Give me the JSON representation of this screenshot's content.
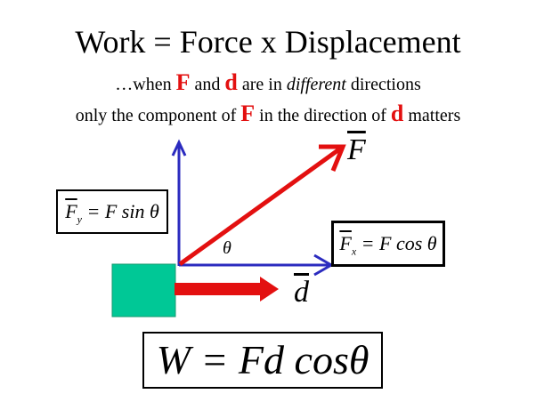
{
  "title": "Work = Force x Displacement",
  "line2": {
    "pre": "…when",
    "F": "F",
    "and": "and",
    "d": "d",
    "mid": "are in",
    "em": "different",
    "post": "directions"
  },
  "line3": {
    "pre": "only the component of",
    "F": "F",
    "mid": "in the direction of",
    "d": "d",
    "post": "matters"
  },
  "labels": {
    "F": "F",
    "d": "d",
    "theta": "θ"
  },
  "fy_formula": {
    "lhs": "F",
    "sub": "y",
    "rhs": "= F sin θ"
  },
  "fx_formula": {
    "lhs": "F",
    "sub": "x",
    "rhs": "= F cos θ"
  },
  "work_formula": "W = Fd cosθ",
  "colors": {
    "force": "#e31010",
    "axis": "#2b2bbf",
    "block": "#00c896"
  }
}
